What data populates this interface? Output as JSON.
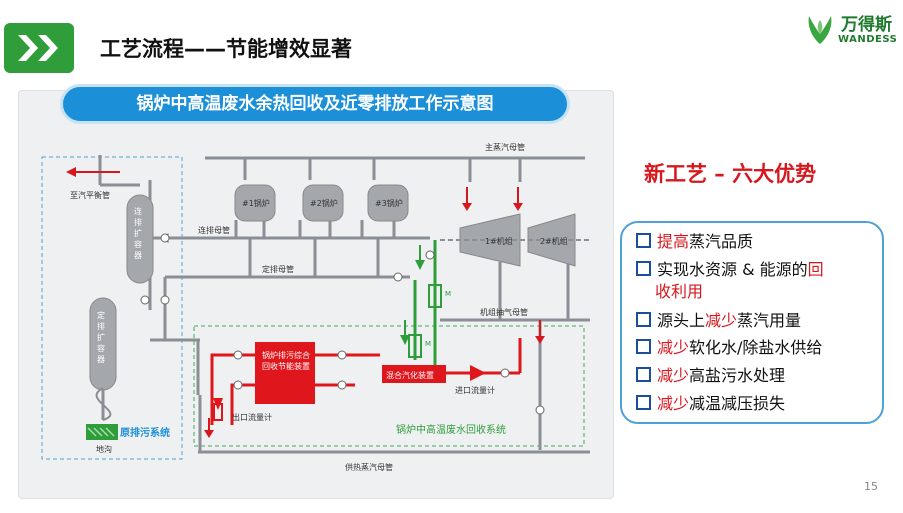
{
  "header": {
    "title": "工艺流程——节能增效显著",
    "brand_name": "万得斯",
    "brand_en": "WANDESS"
  },
  "diagram": {
    "title": "锅炉中高温废水余热回收及近零排放工作示意图",
    "labels": {
      "main_steam": "主蒸汽母管",
      "to_balance": "至汽平衡管",
      "boiler1": "#1锅炉",
      "boiler2": "#2锅炉",
      "boiler3": "#3锅炉",
      "cont_pipe": "连排母管",
      "cont_tank": "连排扩容器",
      "fixed_pipe": "定排母管",
      "fixed_tank": "定排扩容器",
      "turbine1": "1#机组",
      "turbine2": "2#机组",
      "extraction": "机组抽气母管",
      "device": "锅炉排污综合回收节能装置",
      "mixer": "混合汽化装置",
      "in_meter": "进口流量计",
      "out_meter": "出口流量计",
      "recovery_sys": "锅炉中高温废水回收系统",
      "orig_sys": "原排污系统",
      "trench": "地沟",
      "heat_pipe": "供热蒸汽母管",
      "m": "M"
    }
  },
  "advantages": {
    "title": "新工艺 – 六大优势",
    "items": [
      {
        "red": "提高",
        "text": "蒸汽品质"
      },
      {
        "pre": "实现水资源 & 能源的",
        "red": "回",
        "line2": "收利用"
      },
      {
        "pre": "源头上",
        "red": "减少",
        "text": "蒸汽用量"
      },
      {
        "red": "减少",
        "text": "软化水/除盐水供给"
      },
      {
        "red": "减少",
        "text": "高盐污水处理"
      },
      {
        "red": "减少",
        "text": "减温减压损失"
      }
    ]
  },
  "slide_number": "15"
}
